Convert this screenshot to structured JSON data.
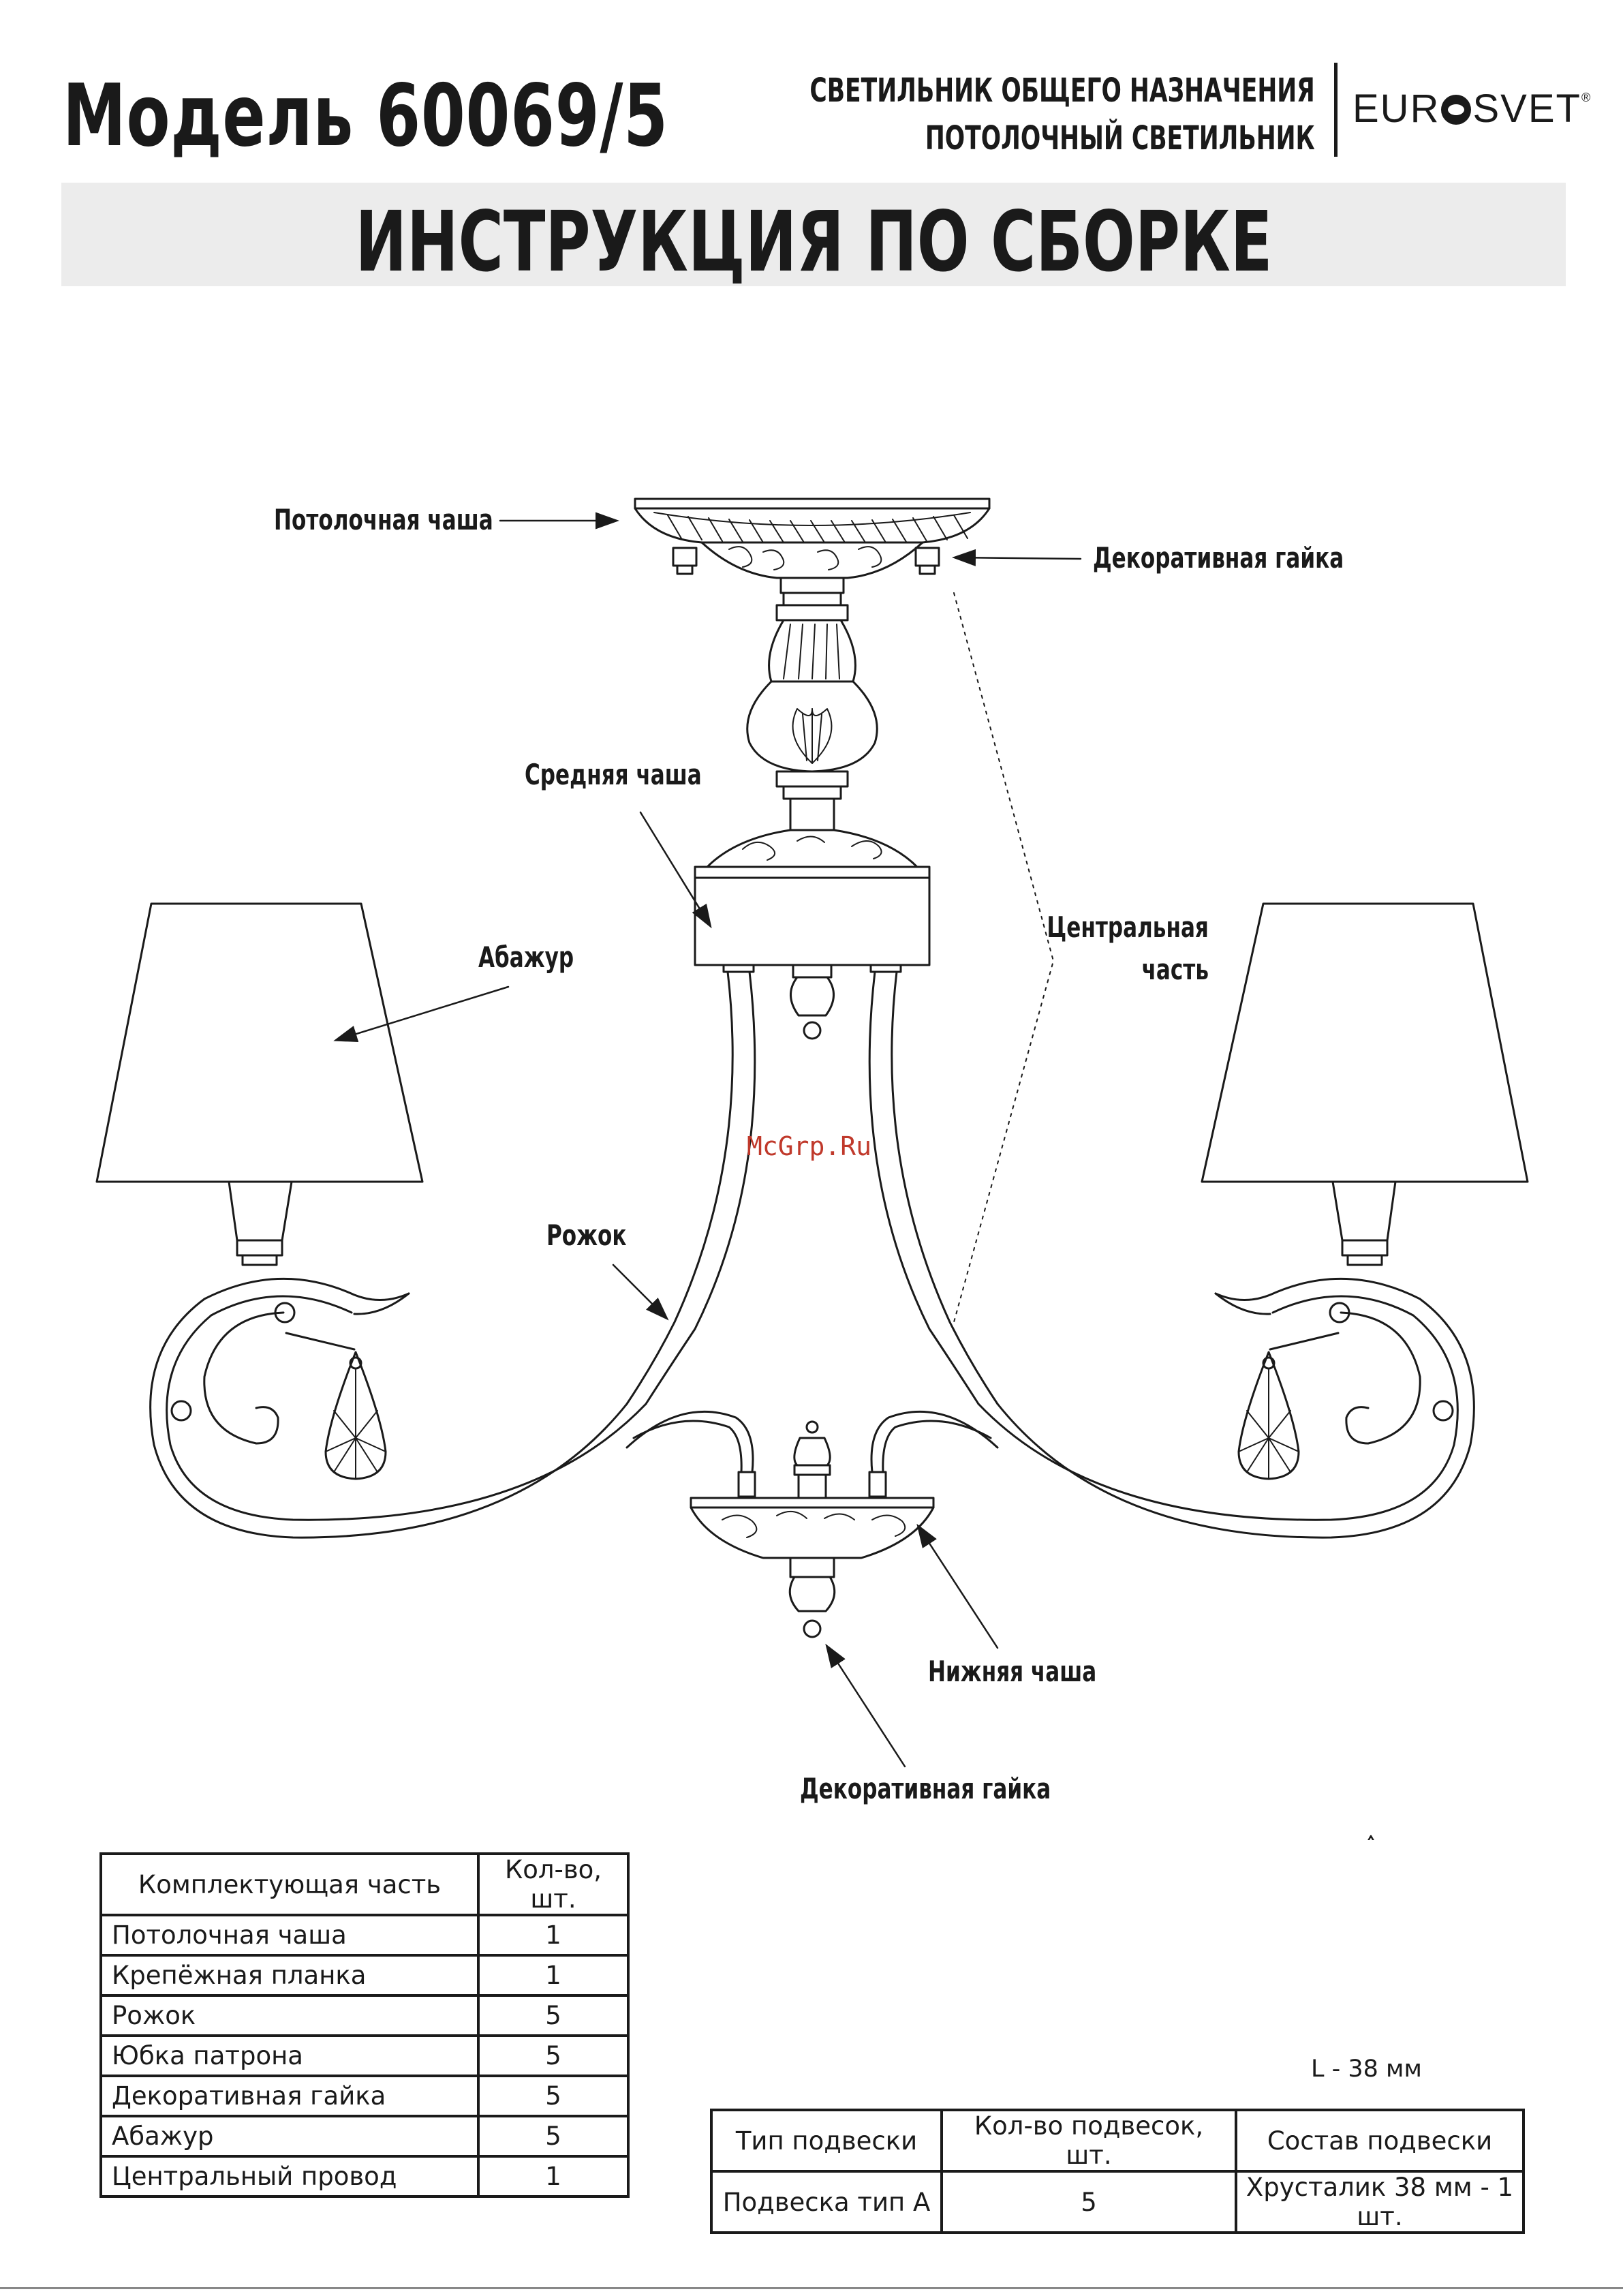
{
  "header": {
    "model": "Модель 60069/5",
    "type_line_1": "СВЕТИЛЬНИК ОБЩЕГО НАЗНАЧЕНИЯ",
    "type_line_2": "ПОТОЛОЧНЫЙ СВЕТИЛЬНИК",
    "brand_pre": "EUR",
    "brand_post": "SVET",
    "brand_reg": "®"
  },
  "banner": {
    "title": "ИНСТРУКЦИЯ ПО СБОРКЕ"
  },
  "callouts": {
    "ceiling_bowl": "Потолочная чаша",
    "decorative_nut_top": "Декоративная гайка",
    "middle_bowl": "Средняя чаша",
    "shade": "Абажур",
    "central_part_1": "Центральная",
    "central_part_2": "часть",
    "arm": "Рожок",
    "lower_bowl": "Нижняя чаша",
    "decorative_nut_bottom": "Декоративная гайка"
  },
  "watermark": "McGrp.Ru",
  "parts_table": {
    "headers": [
      "Комплектующая часть",
      "Кол-во, шт."
    ],
    "rows": [
      [
        "Потолочная чаша",
        "1"
      ],
      [
        "Крепёжная планка",
        "1"
      ],
      [
        "Рожок",
        "5"
      ],
      [
        "Юбка патрона",
        "5"
      ],
      [
        "Декоративная гайка",
        "5"
      ],
      [
        "Абажур",
        "5"
      ],
      [
        "Центральный провод",
        "1"
      ]
    ]
  },
  "crystal": {
    "label": "L - 38 мм"
  },
  "pendant_table": {
    "headers": [
      "Тип подвески",
      "Кол-во подвесок, шт.",
      "Состав подвески"
    ],
    "rows": [
      [
        "Подвеска тип А",
        "5",
        "Хрусталик 38 мм - 1 шт."
      ]
    ]
  },
  "colors": {
    "ink": "#1a1a1a",
    "banner_bg": "#ececec",
    "watermark": "#c0392b"
  }
}
